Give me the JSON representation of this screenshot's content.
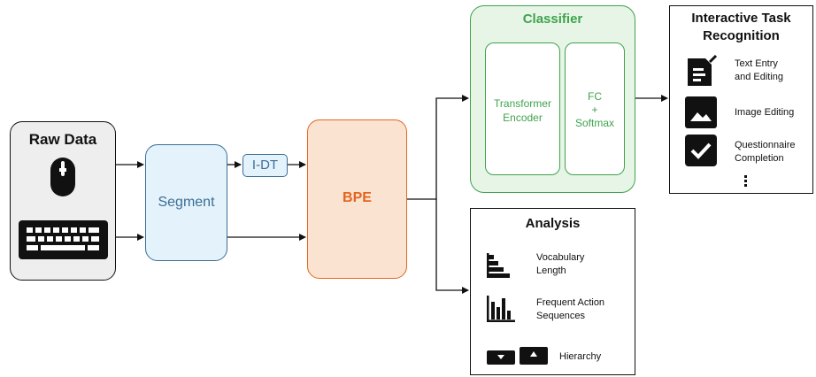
{
  "raw_data": {
    "title": "Raw Data",
    "icons": [
      "mouse-icon",
      "keyboard-icon"
    ]
  },
  "segment": {
    "label": "Segment"
  },
  "idt": {
    "label": "I-DT"
  },
  "bpe": {
    "label": "BPE"
  },
  "classifier": {
    "title": "Classifier",
    "encoder": {
      "line1": "Transformer",
      "line2": "Encoder"
    },
    "head": {
      "line1": "FC",
      "line2": "+",
      "line3": "Softmax"
    }
  },
  "recognition": {
    "title_line1": "Interactive Task",
    "title_line2": "Recognition",
    "items": [
      {
        "line1": "Text Entry",
        "line2": "and Editing",
        "icon": "document-edit-icon"
      },
      {
        "line1": "Image Editing",
        "line2": "",
        "icon": "image-icon"
      },
      {
        "line1": "Questionnaire",
        "line2": "Completion",
        "icon": "checkbox-icon"
      }
    ]
  },
  "analysis": {
    "title": "Analysis",
    "items": [
      {
        "line1": "Vocabulary",
        "line2": "Length",
        "icon": "horizontal-bars-icon"
      },
      {
        "line1": "Frequent Action",
        "line2": "Sequences",
        "icon": "bar-chart-icon"
      },
      {
        "line1": "Hierarchy",
        "line2": "",
        "icon": "hierarchy-icon"
      }
    ]
  },
  "colors": {
    "segment": "#3B6E96",
    "bpe": "#E2661F",
    "classifier": "#3FA34D",
    "classifier_fill": "#E6F5E6",
    "segment_fill": "#E4F2FB",
    "bpe_fill": "#FBE3D2",
    "raw_fill": "#EEEEEE"
  }
}
